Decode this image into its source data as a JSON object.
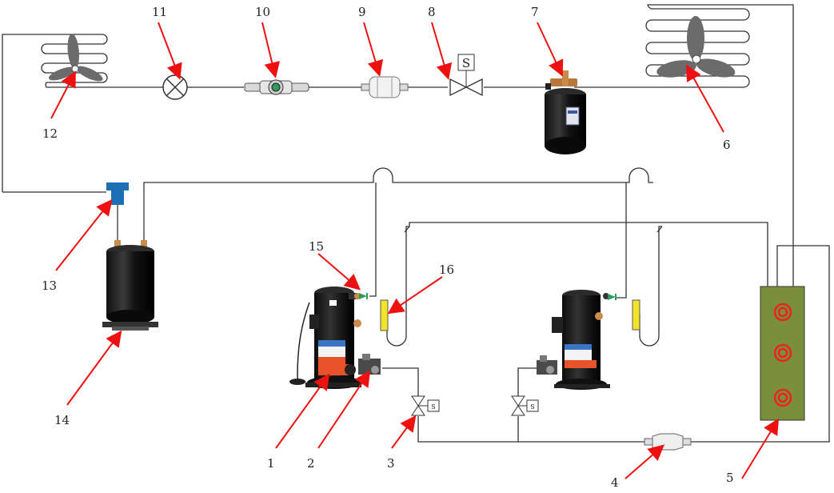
{
  "diagram": {
    "labels": {
      "l1": "1",
      "l2": "2",
      "l3": "3",
      "l4": "4",
      "l5": "5",
      "l6": "6",
      "l7": "7",
      "l8": "8",
      "l9": "9",
      "l10": "10",
      "l11": "11",
      "l12": "12",
      "l13": "13",
      "l14": "14",
      "l15": "15",
      "l16": "16"
    },
    "solenoid_mark": "S",
    "colors": {
      "pipe": "#333333",
      "arrow": "#ee1111",
      "compressor_body": "#1b1b1b",
      "label_band": "#e8532a",
      "heat_exchanger": "#7a8f3a",
      "coil_ring": "#ee2222",
      "sight_glass": "#f2e22a",
      "check_valve": "#2e9a5b",
      "separator_cap": "#1d6fb5",
      "fan_blade": "#6b6b6b"
    }
  }
}
